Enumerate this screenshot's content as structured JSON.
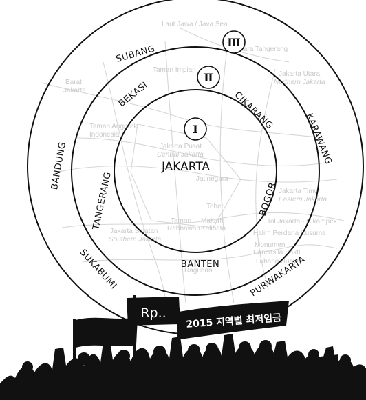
{
  "background_map_labels": [
    "Laut Jawa / Java Sea",
    "Taman Impian",
    "Muara Tangerang",
    "Jakarta Utara",
    "Northern Jakarta",
    "Barat",
    "Jakarta",
    "Taman Anggrek",
    "Indonesia",
    "Jakarta Pusat",
    "Central Jakarta",
    "Jatinegara",
    "Jakarta Timur",
    "Eastern Jakarta",
    "Tebet",
    "Jakarta Selatan",
    "Southern Jakarta",
    "Taman",
    "Rahbawan",
    "Makam",
    "Kalibata",
    "Halim Perdana Kusuma",
    "Monumen",
    "Pancasila Sakti",
    "Lubang Buaya",
    "Ragunan",
    "Tol Jakarta - Cikampek"
  ],
  "rings": [
    {
      "numeral": "Ⅰ"
    },
    {
      "numeral": "Ⅱ"
    },
    {
      "numeral": "Ⅲ"
    }
  ],
  "center_label": "JAKARTA",
  "ring2_labels": [
    "BEKASI",
    "CIKARANG",
    "BOGOR",
    "BANTEN",
    "TANGERANG"
  ],
  "ring3_labels": [
    "SUBANG",
    "KARAWANG",
    "PURWAKARTA",
    "SUKABUMI",
    "BANDUNG"
  ],
  "banners": {
    "left": "Rp..",
    "right": "2015 지역별 최저임금"
  },
  "colors": {
    "ink": "#111111",
    "map": "#d6d6d6",
    "background": "#ffffff"
  }
}
